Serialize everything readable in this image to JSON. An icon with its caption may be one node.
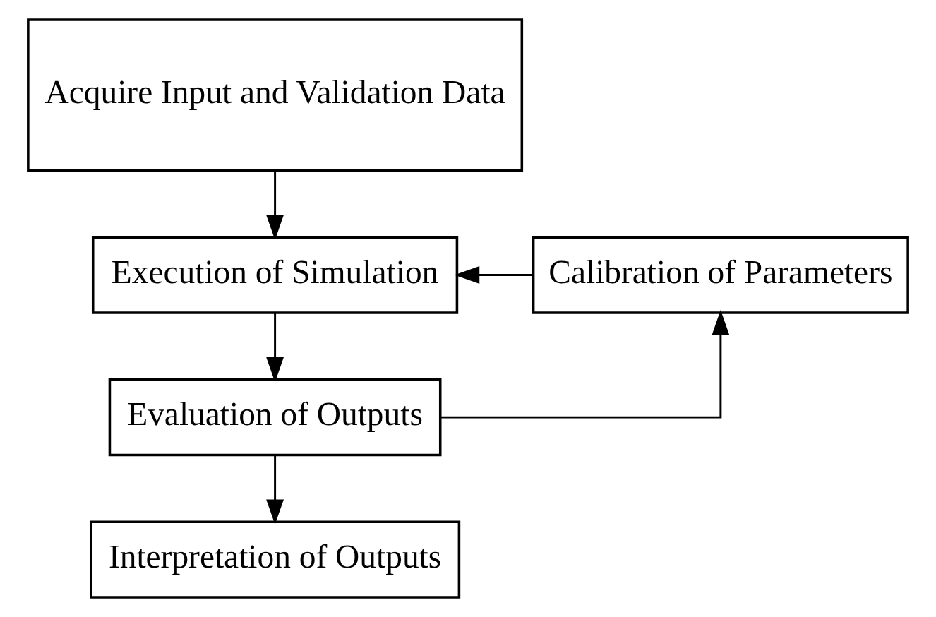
{
  "diagram": {
    "nodes": [
      {
        "text": [
          "Acquire Input and Validation Data"
        ]
      },
      {
        "text": [
          "Execution of Simulation"
        ]
      },
      {
        "text": [
          "Calibration of Parameters"
        ]
      },
      {
        "text": [
          "Evaluation of Outputs"
        ]
      },
      {
        "text": [
          "Interpretation of Outputs"
        ]
      }
    ],
    "edges": [
      {
        "from": 0,
        "to": 1,
        "arrow": "to"
      },
      {
        "from": 1,
        "to": 3,
        "arrow": "to"
      },
      {
        "from": 3,
        "to": 4,
        "arrow": "to"
      },
      {
        "from": 3,
        "to": 2,
        "arrow": "to"
      },
      {
        "from": 2,
        "to": 1,
        "arrow": "to"
      }
    ]
  }
}
